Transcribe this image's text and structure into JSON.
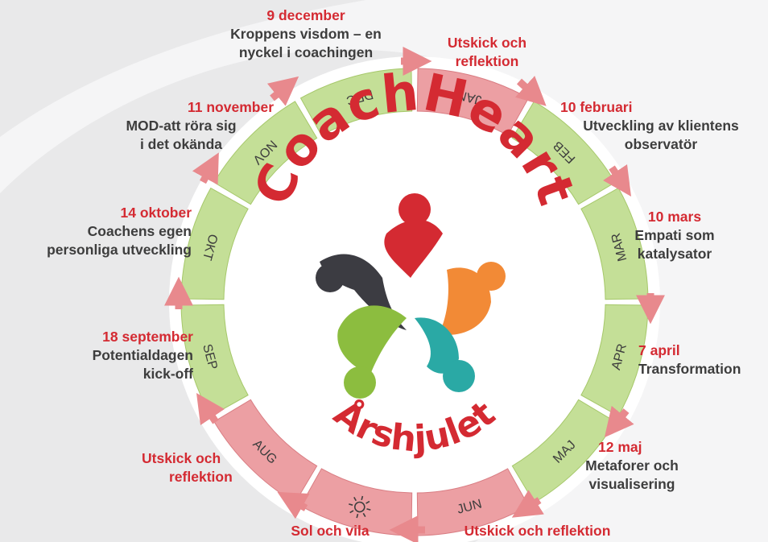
{
  "brand": {
    "title": "CoachHeart",
    "subtitle": "Årshjulet"
  },
  "colors": {
    "green": "#c4df97",
    "green_edge": "#a6c86a",
    "pink": "#ec9fa3",
    "pink_edge": "#d97d83",
    "red_text": "#d42a32",
    "dark_text": "#3d3d3d",
    "arrow": "#e8898d"
  },
  "months": [
    {
      "label": "JAN",
      "type": "pink"
    },
    {
      "label": "FEB",
      "type": "green"
    },
    {
      "label": "MAR",
      "type": "green"
    },
    {
      "label": "APR",
      "type": "green"
    },
    {
      "label": "MAJ",
      "type": "green"
    },
    {
      "label": "JUN",
      "type": "pink"
    },
    {
      "label": "",
      "icon": "sun-icon",
      "type": "pink"
    },
    {
      "label": "AUG",
      "type": "pink"
    },
    {
      "label": "SEP",
      "type": "green"
    },
    {
      "label": "OKT",
      "type": "green"
    },
    {
      "label": "NOV",
      "type": "green"
    },
    {
      "label": "DEC",
      "type": "green"
    }
  ],
  "events": {
    "dec": {
      "date": "9 december",
      "text1": "Kroppens visdom – en",
      "text2": "nyckel i coachingen"
    },
    "jan": {
      "text1": "Utskick och",
      "text2": "reflektion"
    },
    "feb": {
      "date": "10 februari",
      "text1": "Utveckling av klientens",
      "text2": "observatör"
    },
    "mar": {
      "date": "10 mars",
      "text1": "Empati som",
      "text2": "katalysator"
    },
    "apr": {
      "date": "7 april",
      "text1": "Transformation"
    },
    "maj": {
      "date": "12 maj",
      "text1": "Metaforer och",
      "text2": "visualisering"
    },
    "jun": {
      "text1": "Utskick och reflektion"
    },
    "jul": {
      "text1": "Sol och vila"
    },
    "aug": {
      "text1": "Utskick och",
      "text2": "reflektion"
    },
    "sep": {
      "date": "18 september",
      "text1": "Potentialdagen",
      "text2": "kick-off"
    },
    "okt": {
      "date": "14 oktober",
      "text1": "Coachens egen",
      "text2": "personliga utveckling"
    },
    "nov": {
      "date": "11 november",
      "text1": "MOD-att röra sig",
      "text2": "i det okända"
    }
  }
}
